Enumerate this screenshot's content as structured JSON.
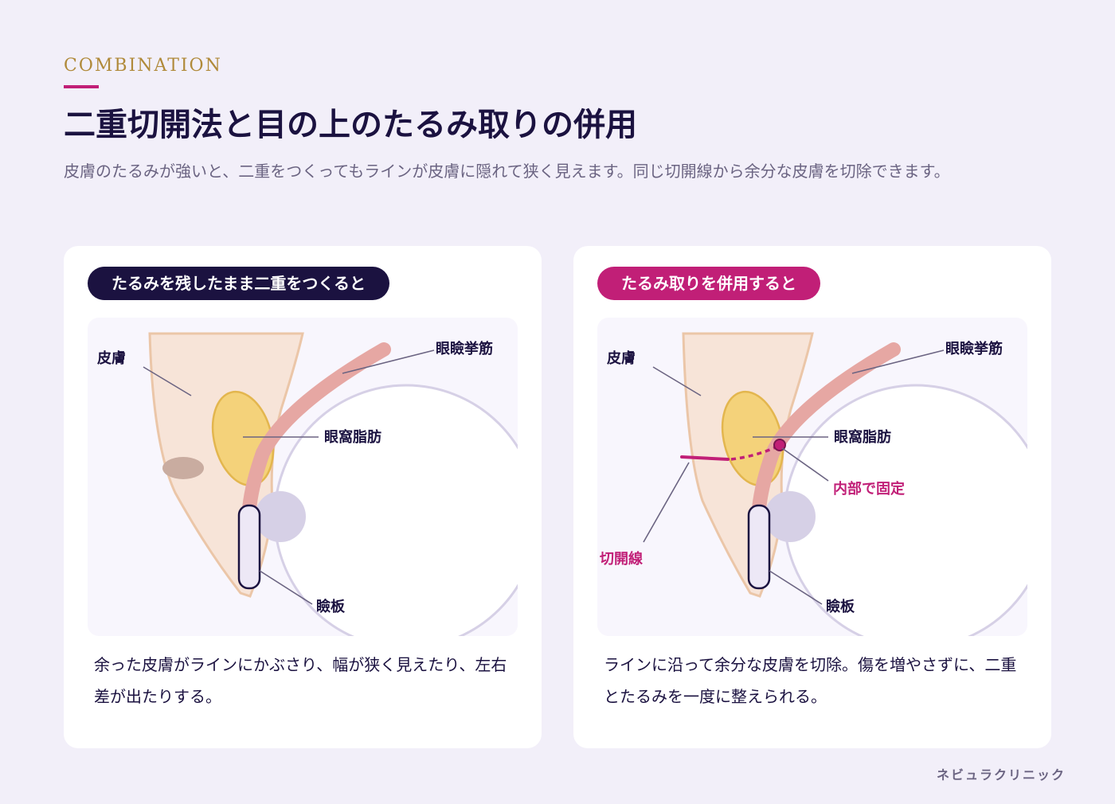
{
  "header": {
    "eyebrow": "COMBINATION",
    "title": "二重切開法と目の上のたるみ取りの併用",
    "lead": "皮膚のたるみが強いと、二重をつくってもラインが皮膚に隠れて狭く見えます。同じ切開線から余分な皮膚を切除できます。"
  },
  "cards": [
    {
      "badge": "たるみを残したまま二重をつくると",
      "labels": {
        "skin": "皮膚",
        "levator": "眼瞼挙筋",
        "fat": "眼窩脂肪",
        "tarsus": "瞼板"
      },
      "caption": "余った皮膚がラインにかぶさり、幅が狭く見えたり、左右差が出たりする。"
    },
    {
      "badge": "たるみ取りを併用すると",
      "labels": {
        "skin": "皮膚",
        "levator": "眼瞼挙筋",
        "fat": "眼窩脂肪",
        "fixation": "内部で固定",
        "incision": "切開線",
        "tarsus": "瞼板"
      },
      "caption": "ラインに沿って余分な皮膚を切除。傷を増やさずに、二重とたるみを一度に整えられる。"
    }
  ],
  "footer": {
    "brand": "ネビュラクリニック"
  },
  "colors": {
    "navy": "#1b1240",
    "pink": "#c11f77",
    "gold": "#b08a3a",
    "skin": "#f7e4d8",
    "fat": "#f4d27a",
    "muscle": "#e6a7a3"
  }
}
